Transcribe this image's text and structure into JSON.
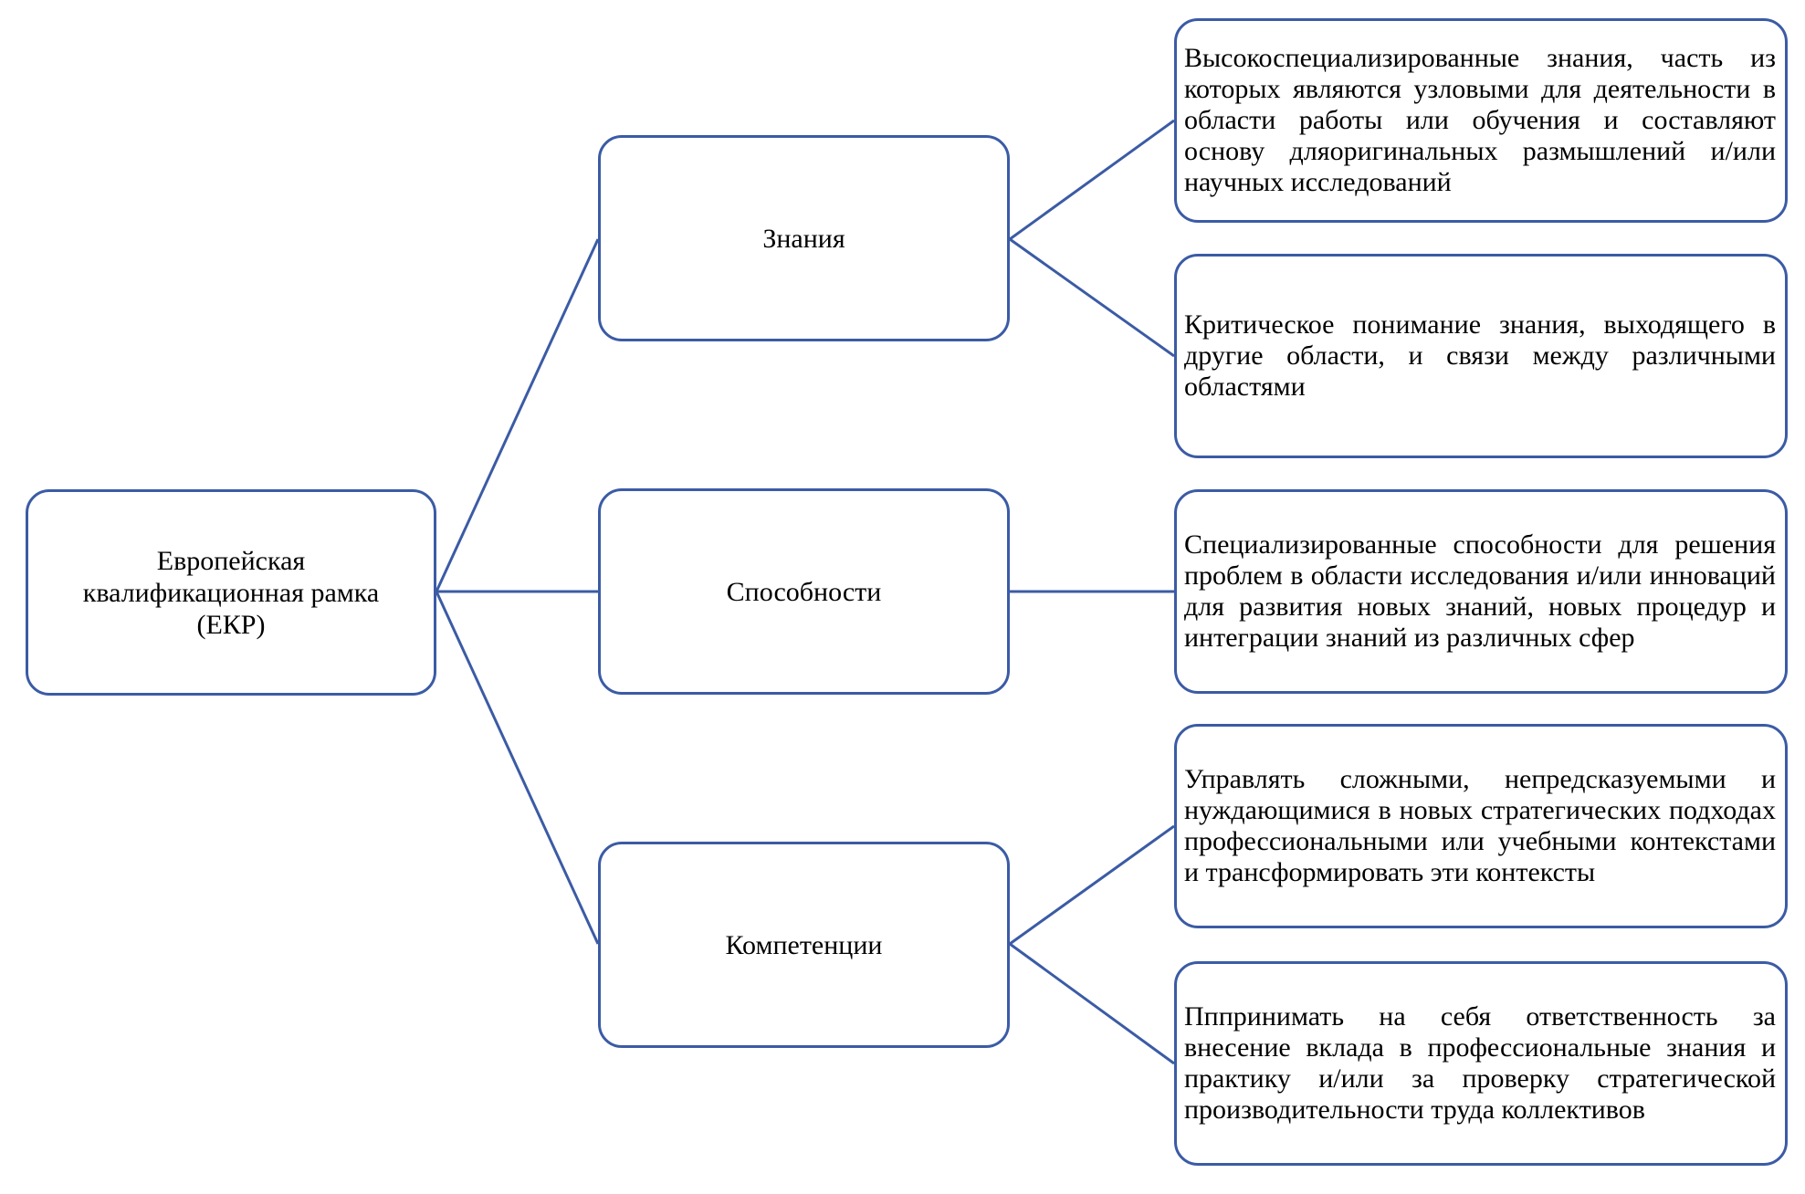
{
  "colors": {
    "border": "#3B5BA5",
    "connector": "#3B5BA5",
    "text": "#000000",
    "background": "#FFFFFF"
  },
  "root": {
    "lines": [
      "Европейская",
      "квалификационная рамка",
      "(ЕКР)"
    ]
  },
  "branches": [
    {
      "label": "Знания",
      "children": [
        "Высокоспециализированные знания, часть из которых являются узловыми для деятельности в области работы или обучения и составляют основу дляоригинальных размышлений и/или научных исследований",
        "Критическое понимание знания, выходящего в другие области, и связи между различными областями"
      ]
    },
    {
      "label": "Способности",
      "children": [
        "Специализированные способности для решения проблем в области исследования и/или инноваций для развития новых знаний, новых процедур и интеграции знаний из различных сфер"
      ]
    },
    {
      "label": "Компетенции",
      "children": [
        "Управлять сложными, непредсказуемыми и нуждающимися в новых стратегических подходах профессиональными или учебными контекстами и трансформировать эти контексты",
        "Пппринимать на себя ответственность за внесение вклада в профессиональные знания и практику и/или за проверку стратегической производительности труда коллективов"
      ]
    }
  ]
}
